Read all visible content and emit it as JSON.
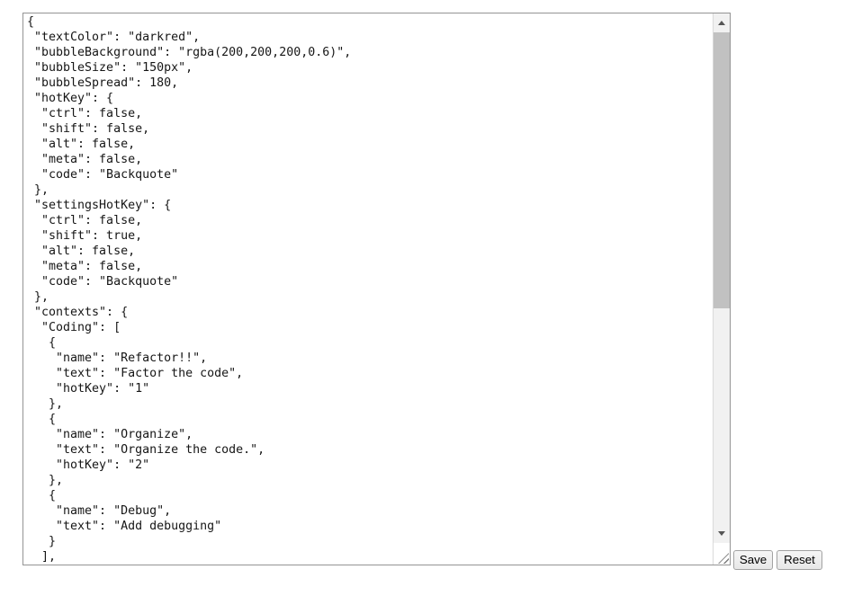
{
  "editor": {
    "content": "{\n \"textColor\": \"darkred\",\n \"bubbleBackground\": \"rgba(200,200,200,0.6)\",\n \"bubbleSize\": \"150px\",\n \"bubbleSpread\": 180,\n \"hotKey\": {\n  \"ctrl\": false,\n  \"shift\": false,\n  \"alt\": false,\n  \"meta\": false,\n  \"code\": \"Backquote\"\n },\n \"settingsHotKey\": {\n  \"ctrl\": false,\n  \"shift\": true,\n  \"alt\": false,\n  \"meta\": false,\n  \"code\": \"Backquote\"\n },\n \"contexts\": {\n  \"Coding\": [\n   {\n    \"name\": \"Refactor!!\",\n    \"text\": \"Factor the code\",\n    \"hotKey\": \"1\"\n   },\n   {\n    \"name\": \"Organize\",\n    \"text\": \"Organize the code.\",\n    \"hotKey\": \"2\"\n   },\n   {\n    \"name\": \"Debug\",\n    \"text\": \"Add debugging\"\n   }\n  ],"
  },
  "buttons": {
    "save_label": "Save",
    "reset_label": "Reset"
  },
  "colors": {
    "textarea_border": "#949494",
    "scrollbar_track": "#f1f1f1",
    "scrollbar_thumb": "#c1c1c1",
    "button_background": "#efefef",
    "text_color": "#161616"
  }
}
